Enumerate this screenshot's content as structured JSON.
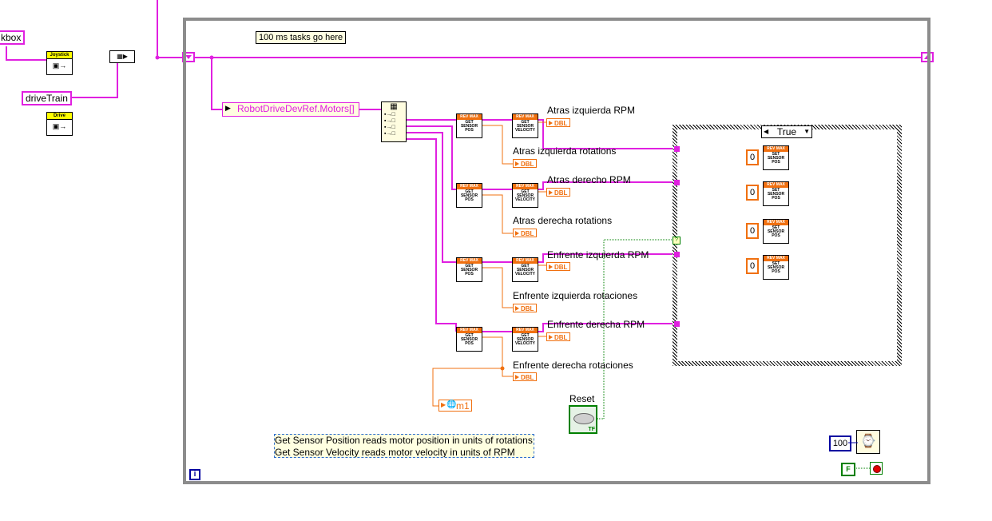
{
  "outside": {
    "cut_label": "kbox",
    "joystick_tag": "Joystick",
    "drivetrain_label": "driveTrain",
    "drive_tag": "Drive"
  },
  "loop": {
    "comment_tasks": "100 ms tasks go here",
    "motors_ref": "RobotDriveDevRef.Motors[]",
    "info_icon": "i"
  },
  "rev_blocks": {
    "header": "REV MAX",
    "get_pos": "GET SENSOR POS",
    "get_vel": "GET SENSOR VELOCITY",
    "set_pos": "SET SENSOR POS"
  },
  "indicators": {
    "dbl_tag": "DBL",
    "labels": [
      "Atras izquierda RPM",
      "Atras izquierda rotations",
      "Atras derecho RPM",
      "Atras derecha rotations",
      "Enfrente izquierda RPM",
      "Enfrente izquierda rotaciones",
      "Enfrente derecha RPM",
      "Enfrente derecha rotaciones"
    ],
    "global_m1": "m1"
  },
  "case": {
    "selector": "True",
    "constants": [
      "0",
      "0",
      "0",
      "0"
    ],
    "unknown_terminal": "?"
  },
  "reset": {
    "label": "Reset",
    "tf": "TF"
  },
  "comment_sensor": {
    "line1": "Get Sensor Position reads motor position in units of rotations",
    "line2": "Get Sensor Velocity reads motor velocity in units of RPM"
  },
  "timing": {
    "wait_ms": "100",
    "stop_const": "F"
  },
  "colors": {
    "refnum": "#e020e0",
    "dbl": "#f07010",
    "bool": "#008000",
    "frame": "#8c8c8c",
    "i32": "#0000a0"
  }
}
